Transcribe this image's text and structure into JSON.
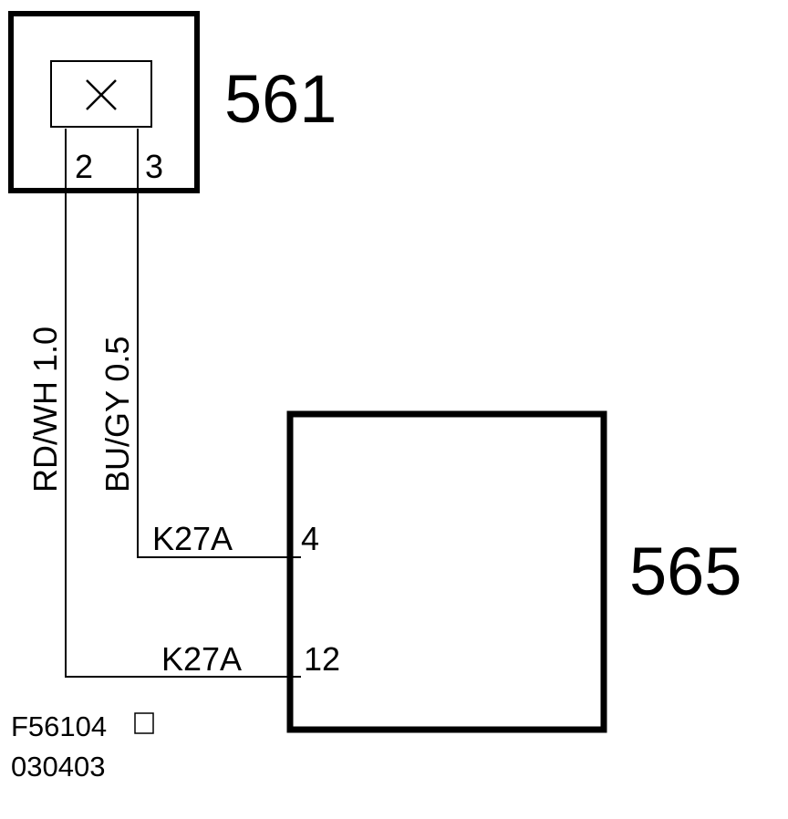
{
  "components": [
    {
      "id": "561",
      "pins": [
        "2",
        "3"
      ]
    },
    {
      "id": "565",
      "pins": [
        "4",
        "12"
      ]
    }
  ],
  "wires": [
    {
      "color_size": "RD/WH 1.0",
      "circuit": "K27A",
      "from_pin": "2",
      "to_pin": "12"
    },
    {
      "color_size": "BU/GY 0.5",
      "circuit": "K27A",
      "from_pin": "3",
      "to_pin": "4"
    }
  ],
  "footer": {
    "figure_code": "F56104",
    "date_code": "030403"
  },
  "colors": {
    "line": "#000000",
    "background": "#ffffff"
  }
}
